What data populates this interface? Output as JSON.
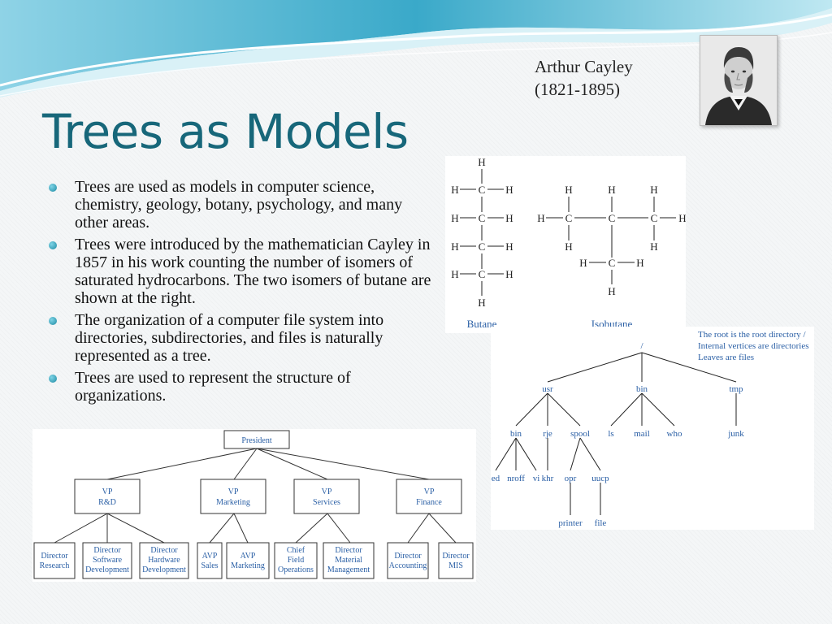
{
  "slide": {
    "title": "Trees as Models",
    "portrait_caption_line1": "Arthur Cayley",
    "portrait_caption_line2": "(1821-1895)",
    "bullets": [
      "Trees are used as models in computer science, chemistry, geology, botany, psychology, and many other areas.",
      "Trees were introduced by the mathematician Cayley in 1857 in his work counting the number of isomers of saturated hydrocarbons. The two isomers of butane are shown at the right.",
      "The organization of a  computer file system into directories, subdirectories, and files is naturally represented as a tree.",
      "Trees are used to represent the structure of organizations."
    ]
  },
  "molecules": {
    "atom_h": "H",
    "atom_c": "C",
    "butane_label": "Butane",
    "isobutane_label": "Isobutane"
  },
  "filesystem": {
    "note_line1": "The root is the root directory /",
    "note_line2": "Internal vertices are directories",
    "note_line3": "Leaves are files",
    "root": "/",
    "level1": [
      "usr",
      "bin",
      "tmp"
    ],
    "level2": [
      "bin",
      "rje",
      "spool",
      "ls",
      "mail",
      "who",
      "junk"
    ],
    "level3": [
      "ed",
      "nroff",
      "vi",
      "khr",
      "opr",
      "uucp"
    ],
    "level4": [
      "printer",
      "file"
    ]
  },
  "orgchart": {
    "president": "President",
    "vps": [
      {
        "line1": "VP",
        "line2": "R&D"
      },
      {
        "line1": "VP",
        "line2": "Marketing"
      },
      {
        "line1": "VP",
        "line2": "Services"
      },
      {
        "line1": "VP",
        "line2": "Finance"
      }
    ],
    "leaves": [
      [
        "Director",
        "Research"
      ],
      [
        "Director",
        "Software",
        "Development"
      ],
      [
        "Director",
        "Hardware",
        "Development"
      ],
      [
        "AVP",
        "Sales"
      ],
      [
        "AVP",
        "Marketing"
      ],
      [
        "Chief",
        "Field",
        "Operations"
      ],
      [
        "Director",
        "Material",
        "Management"
      ],
      [
        "Director",
        "Accounting"
      ],
      [
        "Director",
        "MIS"
      ]
    ]
  },
  "colors": {
    "title": "#17677a",
    "diagram_label": "#2a5fa5",
    "wave_dark": "#1f93b5",
    "wave_light": "#9fdbea"
  }
}
